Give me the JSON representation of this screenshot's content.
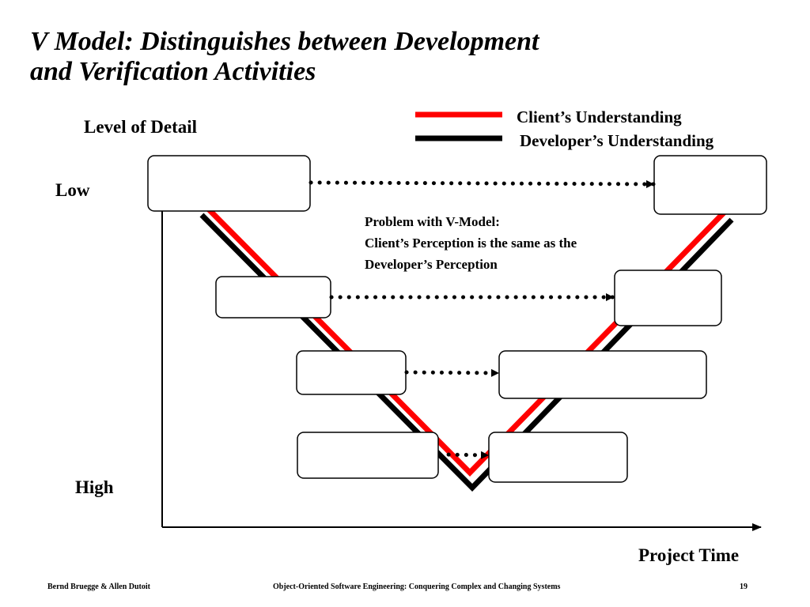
{
  "title": {
    "line1": "V Model:  Distinguishes between Development",
    "line2": "and Verification Activities"
  },
  "axes": {
    "y_label": "Level of Detail",
    "y_low": "Low",
    "y_high": "High",
    "x_label": "Project Time"
  },
  "legend": {
    "items": [
      {
        "label": "Client’s Understanding",
        "color": "#ff0000"
      },
      {
        "label": "Developer’s Understanding",
        "color": "#000000"
      }
    ]
  },
  "note": {
    "line1": "Problem with V-Model:",
    "line2": "Client’s Perception is the same as the",
    "line3": "Developer’s Perception"
  },
  "footer": {
    "authors": "Bernd Bruegge & Allen Dutoit",
    "book": "Object-Oriented Software Engineering: Conquering Complex and Changing Systems",
    "page": "19"
  },
  "colors": {
    "client": "#ff0000",
    "developer": "#000000"
  }
}
